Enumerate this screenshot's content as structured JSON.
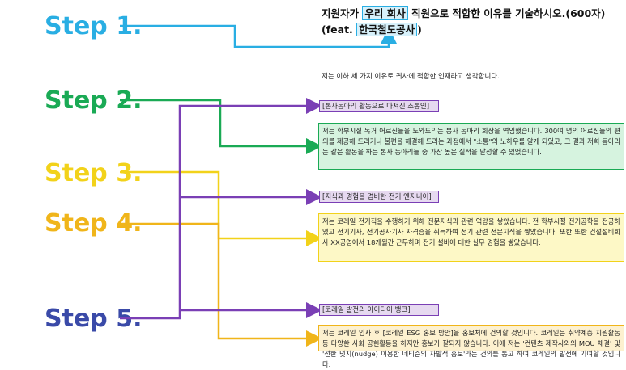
{
  "steps": [
    "Step 1.",
    "Step 2.",
    "Step 3.",
    "Step 4.",
    "Step 5."
  ],
  "title": {
    "line1_pre": "지원자가 ",
    "line1_hl": "우리 회사",
    "line1_post": " 직원으로 적합한 이유를 기술하시오.(600자)",
    "line2_pre": "(feat. ",
    "line2_hl": "한국철도공사",
    "line2_post": ")"
  },
  "intro": "저는 이하 세 가지 이유로 귀사에 적합한 인재라고 생각합니다.",
  "sections": [
    {
      "heading": "[봉사동아리 활동으로 다져진 소통인]",
      "body": "저는 학부시절 독거 어르신들을 도와드리는 봉사 동아리 회장을 역임했습니다. 300여 명의 어르신들의 편의를 제공해 드리거나 불편을 해결해 드리는 과정에서 \"소통\"의 노하우를 알게 되었고, 그 결과 저희 동아리는 같은 활동을 하는 봉사 동아리들 중 가장 높은 실적을 달성할 수 있었습니다."
    },
    {
      "heading": "[지식과 경험을 겸비한 전기 엔지니어]",
      "body": "저는 코레일 전기직을 수행하기 위해 전문지식과 관련 역량을 쌓았습니다. 전 학부시절 전기공학을 전공하였고 전기기사, 전기공사기사 자격증을 취득하여 전기 관련 전문지식을 쌓았습니다. 또한 또한 건설설비회사 XX공영에서 18개월간 근무하며 전기 설비에 대한 실무 경험을 쌓았습니다."
    },
    {
      "heading": "[코레일 발전의 아이디어 뱅크]",
      "body": "저는 코레일 입사 후 [코레일 ESG 홍보 방안]을 홍보처에 건의할 것입니다. 코레일은 취약계층 지원활동 등 다양한 사회 공헌활동을 하지만 홍보가 잘되지 않습니다. 이에 저는 '컨텐츠 제작사와의 MOU 체결' 및 '선한 넛지(nudge) 이용한 네티즌의 자발적 홍보'라는 건의를 통고 하여 코레일의 발전에 기여할 것입니다."
    }
  ],
  "colors": {
    "step1": "#29aee3",
    "step2": "#1aaa55",
    "step3": "#f2d21a",
    "step4": "#f0b51a",
    "step5": "#3a4aa8",
    "heading": "#7a3fb5"
  }
}
